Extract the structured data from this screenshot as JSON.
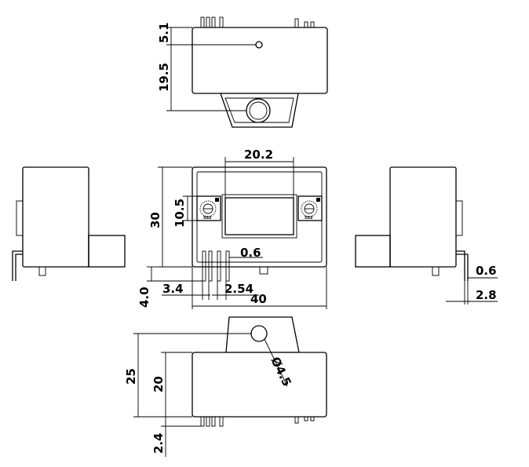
{
  "dimensions": {
    "top_view": {
      "d1": "5.1",
      "d2": "19.5"
    },
    "front_view": {
      "window_width": "20.2",
      "height": "30",
      "pot_height": "10.5",
      "pin_width": "0.6",
      "pin_length": "4.0",
      "pin_offset": "3.4",
      "pin_pitch": "2.54",
      "width": "40"
    },
    "side_view": {
      "pin_thickness": "0.6",
      "pin_offset": "2.8"
    },
    "bottom_view": {
      "overall_height": "25",
      "body_height": "20",
      "hole_diameter": "Ø4.5",
      "pin_length": "2.4"
    }
  },
  "pot_labels": {
    "left": "502",
    "right": "502"
  }
}
